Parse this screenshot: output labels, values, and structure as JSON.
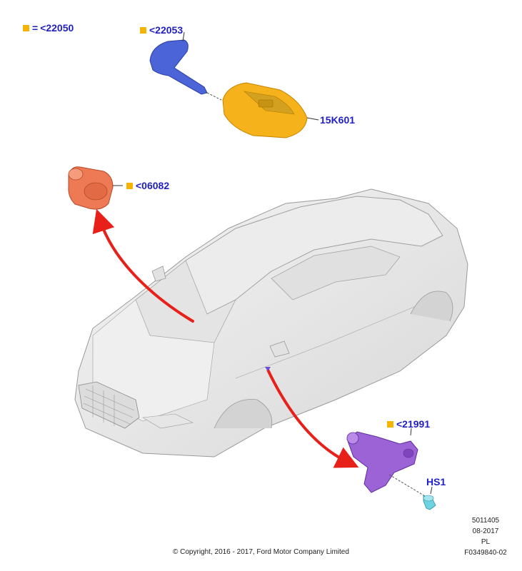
{
  "legend": {
    "text": "<22050",
    "equals": "="
  },
  "labels": {
    "key_blade": "<22053",
    "key_fob": "15K601",
    "lock_cylinder": "<06082",
    "ignition_switch": "<21991",
    "screw": "HS1"
  },
  "metadata": {
    "ref_number": "5011405",
    "date": "08-2017",
    "code": "PL",
    "figure_id": "F0349840-02"
  },
  "copyright": "© Copyright, 2016 - 2017, Ford Motor Company Limited",
  "colors": {
    "label_blue": "#1f1fc4",
    "marker_orange": "#f4b400",
    "arrow_red": "#e8201a",
    "key_blade_blue": "#4b64d8",
    "fob_orange": "#f6b21a",
    "cylinder_orange": "#ee7a55",
    "switch_purple": "#9c63d6",
    "screw_cyan": "#6ed3e0"
  }
}
